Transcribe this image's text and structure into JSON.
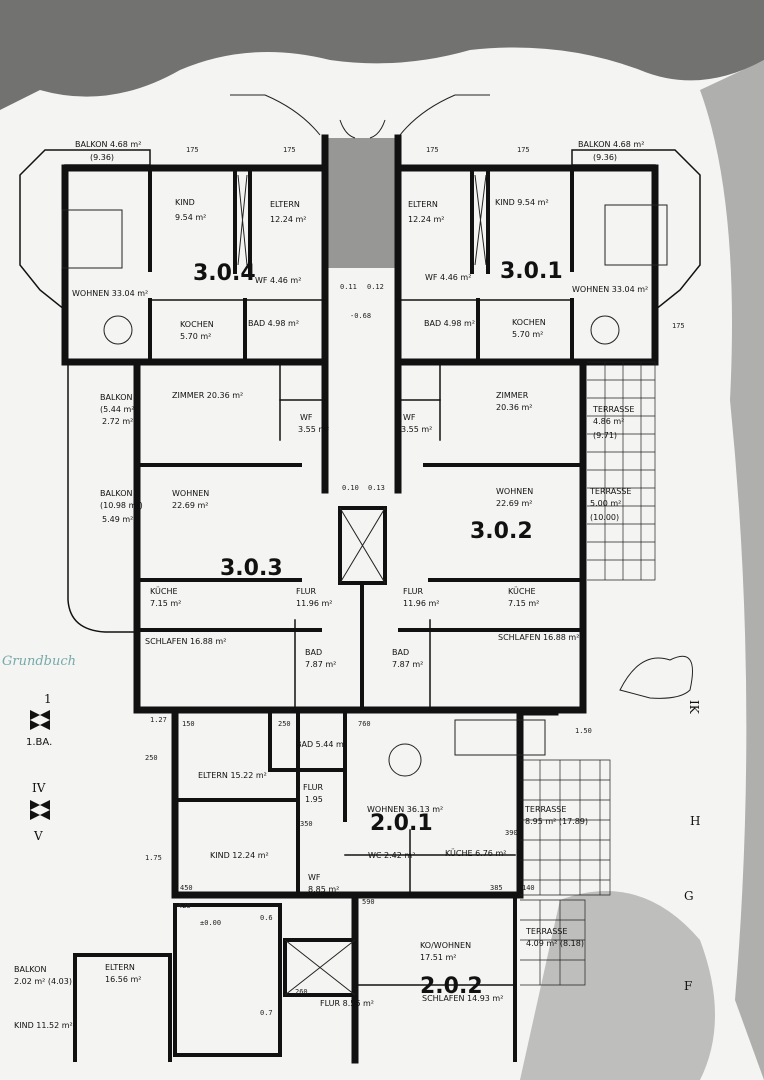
{
  "rooms_top": [
    {
      "id": "balkon-tl",
      "text": "BALKON 4.68 m²",
      "sub": "(9.36)"
    },
    {
      "id": "balkon-tr",
      "text": "BALKON 4.68 m²",
      "sub": "(9.36)"
    },
    {
      "id": "kind-l",
      "text": "KIND",
      "sub": "9.54 m²"
    },
    {
      "id": "eltern-l",
      "text": "ELTERN",
      "sub": "12.24 m²"
    },
    {
      "id": "eltern-r",
      "text": "ELTERN",
      "sub": "12.24 m²"
    },
    {
      "id": "kind-r",
      "text": "KIND 9.54 m²",
      "sub": ""
    },
    {
      "id": "wohnen-l",
      "text": "WOHNEN 33.04 m²",
      "sub": ""
    },
    {
      "id": "wohnen-r",
      "text": "WOHNEN 33.04 m²",
      "sub": ""
    },
    {
      "id": "wf-l",
      "text": "WF 4.46 m²",
      "sub": ""
    },
    {
      "id": "wf-r",
      "text": "WF 4.46 m²",
      "sub": ""
    },
    {
      "id": "kochen-l",
      "text": "KOCHEN",
      "sub": "5.70 m²"
    },
    {
      "id": "kochen-r",
      "text": "KOCHEN",
      "sub": "5.70 m²"
    },
    {
      "id": "bad-l",
      "text": "BAD 4.98 m²",
      "sub": ""
    },
    {
      "id": "bad-r",
      "text": "BAD 4.98 m²",
      "sub": ""
    }
  ],
  "rooms_mid": [
    {
      "id": "balkon-ml",
      "text": "BALKON",
      "sub": "(5.44 m²)"
    },
    {
      "id": "balkon-ml2",
      "text": "2.72 m²",
      "sub": ""
    },
    {
      "id": "zimmer-l",
      "text": "ZIMMER 20.36 m²",
      "sub": ""
    },
    {
      "id": "zimmer-r",
      "text": "ZIMMER",
      "sub": "20.36 m²"
    },
    {
      "id": "wf-ml",
      "text": "WF",
      "sub": "3.55 m²"
    },
    {
      "id": "wf-mr",
      "text": "WF",
      "sub": "3.55 m²"
    },
    {
      "id": "terrasse-r1",
      "text": "TERRASSE",
      "sub": "4.86 m²"
    },
    {
      "id": "terrasse-r1b",
      "text": "(9.71)",
      "sub": ""
    },
    {
      "id": "balkon-ml3",
      "text": "BALKON",
      "sub": "(10.98 m²)"
    },
    {
      "id": "balkon-ml4",
      "text": "5.49 m²",
      "sub": ""
    },
    {
      "id": "wohnen-ml",
      "text": "WOHNEN",
      "sub": "22.69 m²"
    },
    {
      "id": "wohnen-mr",
      "text": "WOHNEN",
      "sub": "22.69 m²"
    },
    {
      "id": "terrasse-r2",
      "text": "TERRASSE",
      "sub": "5.00 m²"
    },
    {
      "id": "terrasse-r2b",
      "text": "(10.00)",
      "sub": ""
    },
    {
      "id": "kueche-ml",
      "text": "KÜCHE",
      "sub": "7.15 m²"
    },
    {
      "id": "kueche-mr",
      "text": "KÜCHE",
      "sub": "7.15 m²"
    },
    {
      "id": "flur-ml",
      "text": "FLUR",
      "sub": "11.96 m²"
    },
    {
      "id": "flur-mr",
      "text": "FLUR",
      "sub": "11.96 m²"
    },
    {
      "id": "schlafen-ml",
      "text": "SCHLAFEN 16.88 m²",
      "sub": ""
    },
    {
      "id": "schlafen-mr",
      "text": "SCHLAFEN 16.88 m²",
      "sub": ""
    },
    {
      "id": "bad-ml",
      "text": "BAD",
      "sub": "7.87 m²"
    },
    {
      "id": "bad-mr",
      "text": "BAD",
      "sub": "7.87 m²"
    }
  ],
  "rooms_low": [
    {
      "id": "eltern-ll",
      "text": "ELTERN 15.22 m²",
      "sub": ""
    },
    {
      "id": "bad-ll",
      "text": "BAD 5.44 m",
      "sub": ""
    },
    {
      "id": "flur-ll",
      "text": "FLUR",
      "sub": "1.95"
    },
    {
      "id": "wohnen-ll",
      "text": "WOHNEN 36.13 m²",
      "sub": ""
    },
    {
      "id": "terrasse-ll",
      "text": "TERRASSE",
      "sub": "8.95 m² (17.89)"
    },
    {
      "id": "kind-ll",
      "text": "KIND 12.24 m²",
      "sub": ""
    },
    {
      "id": "wc-ll",
      "text": "WC 2.42 m²",
      "sub": ""
    },
    {
      "id": "kueche-ll",
      "text": "KÜCHE 6.76 m²",
      "sub": ""
    },
    {
      "id": "wf-ll",
      "text": "WF",
      "sub": "8.85 m²"
    },
    {
      "id": "kowohnen",
      "text": "KO/WOHNEN",
      "sub": "17.51 m²"
    },
    {
      "id": "terrasse-ll2",
      "text": "TERRASSE",
      "sub": "4.09 m² (8.18)"
    },
    {
      "id": "balkon-bl",
      "text": "BALKON",
      "sub": "2.02 m² (4.03)"
    },
    {
      "id": "eltern-bl",
      "text": "ELTERN",
      "sub": "16.56 m²"
    },
    {
      "id": "flur-bl",
      "text": "FLUR 8.56 m²",
      "sub": ""
    },
    {
      "id": "schlafen-bl",
      "text": "SCHLAFEN 14.93 m²",
      "sub": ""
    },
    {
      "id": "kind-bl",
      "text": "KIND 11.52 m²",
      "sub": ""
    }
  ],
  "unit_numbers": [
    "3.0.4",
    "3.0.1",
    "3.0.2",
    "3.0.3",
    "2.0.1",
    "2.0.2"
  ],
  "side_labels": {
    "ba": "1.BA.",
    "axis_iv": "IV",
    "axis_v": "V",
    "axis_1": "1",
    "grundbuch": "Grundbuch"
  },
  "axis_right": [
    "IK",
    "H",
    "G",
    "F"
  ],
  "levels": [
    "0.11",
    "0.12",
    "0.10",
    "0.13",
    "0.6",
    "0.7",
    "-0.68",
    "±0.00"
  ],
  "dims": [
    "175",
    "175",
    "175",
    "175",
    "175",
    "250",
    "450",
    "350",
    "760",
    "150",
    "390",
    "140",
    "385",
    "428",
    "590",
    "250",
    "260",
    "1.50",
    "1.75",
    "1.27"
  ]
}
